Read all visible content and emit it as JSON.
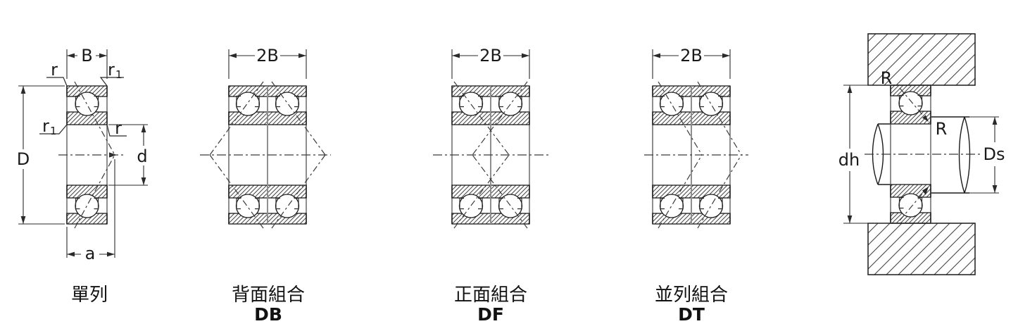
{
  "figures": {
    "single": {
      "caption": "單列",
      "labels": {
        "width": "B",
        "outer_diameter": "D",
        "bore_diameter": "d",
        "load_center_distance": "a",
        "chamfer_r": "r",
        "chamfer_r1_base": "r",
        "chamfer_r1_sub": "1"
      }
    },
    "back_to_back": {
      "caption": "背面組合",
      "code": "DB",
      "labels": {
        "width": "2B"
      }
    },
    "face_to_face": {
      "caption": "正面組合",
      "code": "DF",
      "labels": {
        "width": "2B"
      }
    },
    "tandem": {
      "caption": "並列組合",
      "code": "DT",
      "labels": {
        "width": "2B"
      }
    },
    "mounted": {
      "labels": {
        "housing_fillet_radius": "R",
        "shaft_fillet_radius": "R",
        "housing_shoulder_diameter": "dh",
        "shaft_shoulder_diameter": "Ds"
      }
    }
  },
  "colors": {
    "line": "#1a1a1a",
    "dimension_line": "#2a2a2a",
    "background": "#ffffff"
  }
}
